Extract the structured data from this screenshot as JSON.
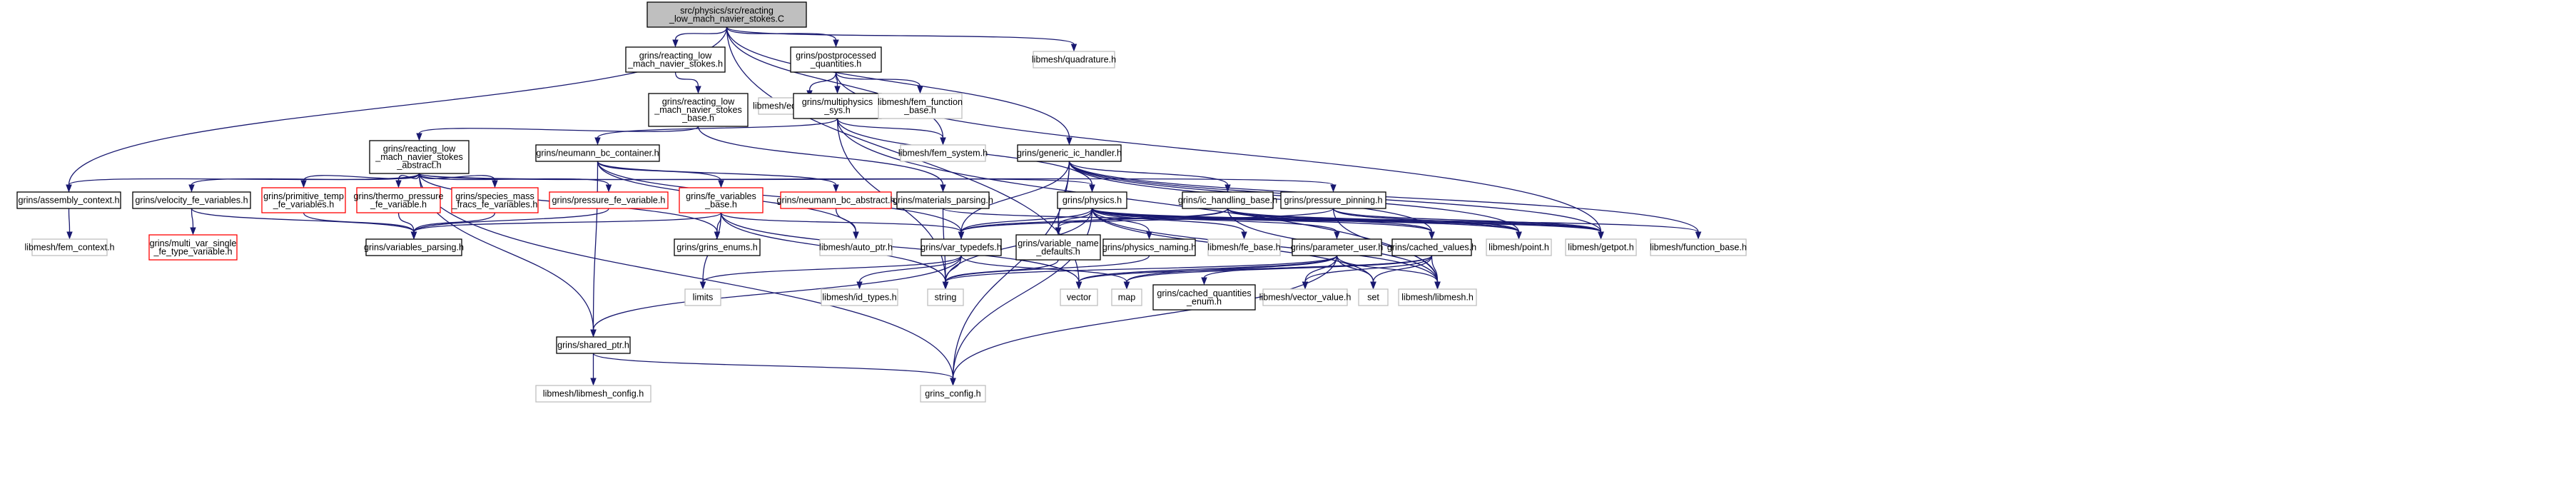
{
  "graph": {
    "colors": {
      "edge": "#191970",
      "root_fill": "#bfbfbf",
      "border_black": "#000000",
      "border_red": "#ff0000",
      "border_gray": "#bfbfbf",
      "fill_white": "#ffffff"
    },
    "nodes": [
      {
        "id": "root",
        "kind": "root",
        "lines": [
          "src/physics/src/reacting",
          "_low_mach_navier_stokes.C"
        ]
      },
      {
        "id": "rlmns_h",
        "kind": "linked",
        "lines": [
          "grins/reacting_low",
          "_mach_navier_stokes.h"
        ]
      },
      {
        "id": "pp_q",
        "kind": "linked",
        "lines": [
          "grins/postprocessed",
          "_quantities.h"
        ]
      },
      {
        "id": "lm_quad",
        "kind": "external",
        "lines": [
          "libmesh/quadrature.h"
        ]
      },
      {
        "id": "rlmns_base",
        "kind": "linked",
        "lines": [
          "grins/reacting_low",
          "_mach_navier_stokes",
          "_base.h"
        ]
      },
      {
        "id": "lm_eqsys",
        "kind": "external",
        "lines": [
          "libmesh/equation_systems.h"
        ]
      },
      {
        "id": "multiphys",
        "kind": "linked",
        "lines": [
          "grins/multiphysics",
          "_sys.h"
        ]
      },
      {
        "id": "lm_femfunc",
        "kind": "external",
        "lines": [
          "libmesh/fem_function",
          "_base.h"
        ]
      },
      {
        "id": "rlmns_abs",
        "kind": "linked",
        "lines": [
          "grins/reacting_low",
          "_mach_navier_stokes",
          "_abstract.h"
        ]
      },
      {
        "id": "neumann_cont",
        "kind": "linked",
        "lines": [
          "grins/neumann_bc_container.h"
        ]
      },
      {
        "id": "lm_femsys",
        "kind": "external",
        "lines": [
          "libmesh/fem_system.h"
        ]
      },
      {
        "id": "generic_ic",
        "kind": "linked",
        "lines": [
          "grins/generic_ic_handler.h"
        ]
      },
      {
        "id": "assembly",
        "kind": "linked",
        "lines": [
          "grins/assembly_context.h"
        ]
      },
      {
        "id": "velocity",
        "kind": "linked",
        "lines": [
          "grins/velocity_fe_variables.h"
        ]
      },
      {
        "id": "prim_temp",
        "kind": "missing",
        "lines": [
          "grins/primitive_temp",
          "_fe_variables.h"
        ]
      },
      {
        "id": "thermo_p",
        "kind": "missing",
        "lines": [
          "grins/thermo_pressure",
          "_fe_variable.h"
        ]
      },
      {
        "id": "species",
        "kind": "missing",
        "lines": [
          "grins/species_mass",
          "_fracs_fe_variables.h"
        ]
      },
      {
        "id": "pressure_var",
        "kind": "missing",
        "lines": [
          "grins/pressure_fe_variable.h"
        ]
      },
      {
        "id": "fe_var_base",
        "kind": "missing",
        "lines": [
          "grins/fe_variables",
          "_base.h"
        ]
      },
      {
        "id": "neumann_abs",
        "kind": "missing",
        "lines": [
          "grins/neumann_bc_abstract.h"
        ]
      },
      {
        "id": "materials",
        "kind": "linked",
        "lines": [
          "grins/materials_parsing.h"
        ]
      },
      {
        "id": "physics",
        "kind": "linked",
        "lines": [
          "grins/physics.h"
        ]
      },
      {
        "id": "ic_base",
        "kind": "linked",
        "lines": [
          "grins/ic_handling_base.h"
        ]
      },
      {
        "id": "pinning",
        "kind": "linked",
        "lines": [
          "grins/pressure_pinning.h"
        ]
      },
      {
        "id": "lm_femctx",
        "kind": "external",
        "lines": [
          "libmesh/fem_context.h"
        ]
      },
      {
        "id": "multi_var",
        "kind": "missing",
        "lines": [
          "grins/multi_var_single",
          "_fe_type_variable.h"
        ]
      },
      {
        "id": "var_parsing",
        "kind": "linked",
        "lines": [
          "grins/variables_parsing.h"
        ]
      },
      {
        "id": "grins_enums",
        "kind": "linked",
        "lines": [
          "grins/grins_enums.h"
        ]
      },
      {
        "id": "lm_autoptr",
        "kind": "external",
        "lines": [
          "libmesh/auto_ptr.h"
        ]
      },
      {
        "id": "var_typedefs",
        "kind": "linked",
        "lines": [
          "grins/var_typedefs.h"
        ]
      },
      {
        "id": "var_name",
        "kind": "linked",
        "lines": [
          "grins/variable_name",
          "_defaults.h"
        ]
      },
      {
        "id": "phys_naming",
        "kind": "linked",
        "lines": [
          "grins/physics_naming.h"
        ]
      },
      {
        "id": "lm_febase",
        "kind": "external",
        "lines": [
          "libmesh/fe_base.h"
        ]
      },
      {
        "id": "param_user",
        "kind": "linked",
        "lines": [
          "grins/parameter_user.h"
        ]
      },
      {
        "id": "cached",
        "kind": "linked",
        "lines": [
          "grins/cached_values.h"
        ]
      },
      {
        "id": "lm_point",
        "kind": "external",
        "lines": [
          "libmesh/point.h"
        ]
      },
      {
        "id": "lm_getpot",
        "kind": "external",
        "lines": [
          "libmesh/getpot.h"
        ]
      },
      {
        "id": "lm_funcbase",
        "kind": "external",
        "lines": [
          "libmesh/function_base.h"
        ]
      },
      {
        "id": "limits",
        "kind": "external",
        "lines": [
          "limits"
        ]
      },
      {
        "id": "lm_idtypes",
        "kind": "external",
        "lines": [
          "libmesh/id_types.h"
        ]
      },
      {
        "id": "string",
        "kind": "external",
        "lines": [
          "string"
        ]
      },
      {
        "id": "vector",
        "kind": "external",
        "lines": [
          "vector"
        ]
      },
      {
        "id": "map",
        "kind": "external",
        "lines": [
          "map"
        ]
      },
      {
        "id": "cached_enum",
        "kind": "linked",
        "lines": [
          "grins/cached_quantities",
          "_enum.h"
        ]
      },
      {
        "id": "lm_vecval",
        "kind": "external",
        "lines": [
          "libmesh/vector_value.h"
        ]
      },
      {
        "id": "set",
        "kind": "external",
        "lines": [
          "set"
        ]
      },
      {
        "id": "lm_libmesh",
        "kind": "external",
        "lines": [
          "libmesh/libmesh.h"
        ]
      },
      {
        "id": "shared_ptr",
        "kind": "linked",
        "lines": [
          "grins/shared_ptr.h"
        ]
      },
      {
        "id": "lm_config",
        "kind": "external",
        "lines": [
          "libmesh/libmesh_config.h"
        ]
      },
      {
        "id": "grins_config",
        "kind": "external",
        "lines": [
          "grins_config.h"
        ]
      }
    ],
    "edges": [
      [
        "root",
        "rlmns_h"
      ],
      [
        "root",
        "pp_q"
      ],
      [
        "root",
        "lm_quad"
      ],
      [
        "root",
        "assembly"
      ],
      [
        "root",
        "generic_ic"
      ],
      [
        "root",
        "lm_femsys"
      ],
      [
        "root",
        "vector"
      ],
      [
        "rlmns_h",
        "rlmns_base"
      ],
      [
        "rlmns_base",
        "rlmns_abs"
      ],
      [
        "rlmns_base",
        "materials"
      ],
      [
        "pp_q",
        "lm_eqsys"
      ],
      [
        "pp_q",
        "multiphys"
      ],
      [
        "pp_q",
        "lm_femfunc"
      ],
      [
        "pp_q",
        "lm_getpot"
      ],
      [
        "multiphys",
        "neumann_cont"
      ],
      [
        "multiphys",
        "lm_femsys"
      ],
      [
        "multiphys",
        "physics"
      ],
      [
        "multiphys",
        "lm_libmesh"
      ],
      [
        "multiphys",
        "string"
      ],
      [
        "generic_ic",
        "ic_base"
      ],
      [
        "generic_ic",
        "var_typedefs"
      ],
      [
        "generic_ic",
        "lm_getpot"
      ],
      [
        "generic_ic",
        "lm_point"
      ],
      [
        "generic_ic",
        "lm_funcbase"
      ],
      [
        "generic_ic",
        "grins_config"
      ],
      [
        "generic_ic",
        "cached"
      ],
      [
        "generic_ic",
        "var_name"
      ],
      [
        "rlmns_abs",
        "assembly"
      ],
      [
        "rlmns_abs",
        "velocity"
      ],
      [
        "rlmns_abs",
        "prim_temp"
      ],
      [
        "rlmns_abs",
        "thermo_p"
      ],
      [
        "rlmns_abs",
        "species"
      ],
      [
        "rlmns_abs",
        "pressure_var"
      ],
      [
        "rlmns_abs",
        "physics"
      ],
      [
        "rlmns_abs",
        "pinning"
      ],
      [
        "rlmns_abs",
        "grins_enums"
      ],
      [
        "rlmns_abs",
        "shared_ptr"
      ],
      [
        "rlmns_abs",
        "grins_config"
      ],
      [
        "neumann_cont",
        "fe_var_base"
      ],
      [
        "neumann_cont",
        "neumann_abs"
      ],
      [
        "neumann_cont",
        "var_typedefs"
      ],
      [
        "neumann_cont",
        "lm_autoptr"
      ],
      [
        "neumann_cont",
        "shared_ptr"
      ],
      [
        "assembly",
        "lm_femctx"
      ],
      [
        "velocity",
        "multi_var"
      ],
      [
        "velocity",
        "var_parsing"
      ],
      [
        "prim_temp",
        "var_parsing"
      ],
      [
        "thermo_p",
        "var_parsing"
      ],
      [
        "species",
        "var_parsing"
      ],
      [
        "pressure_var",
        "var_parsing"
      ],
      [
        "fe_var_base",
        "var_parsing"
      ],
      [
        "fe_var_base",
        "grins_enums"
      ],
      [
        "fe_var_base",
        "var_typedefs"
      ],
      [
        "fe_var_base",
        "string"
      ],
      [
        "fe_var_base",
        "limits"
      ],
      [
        "fe_var_base",
        "vector"
      ],
      [
        "neumann_abs",
        "lm_autoptr"
      ],
      [
        "materials",
        "string"
      ],
      [
        "materials",
        "lm_getpot"
      ],
      [
        "physics",
        "var_typedefs"
      ],
      [
        "physics",
        "var_name"
      ],
      [
        "physics",
        "phys_naming"
      ],
      [
        "physics",
        "lm_febase"
      ],
      [
        "physics",
        "param_user"
      ],
      [
        "physics",
        "cached"
      ],
      [
        "physics",
        "lm_point"
      ],
      [
        "physics",
        "lm_getpot"
      ],
      [
        "physics",
        "lm_funcbase"
      ],
      [
        "physics",
        "set"
      ],
      [
        "physics",
        "lm_libmesh"
      ],
      [
        "physics",
        "grins_config"
      ],
      [
        "physics",
        "string"
      ],
      [
        "ic_base",
        "var_typedefs"
      ],
      [
        "ic_base",
        "var_name"
      ],
      [
        "ic_base",
        "cached"
      ],
      [
        "ic_base",
        "lm_point"
      ],
      [
        "ic_base",
        "lm_getpot"
      ],
      [
        "ic_base",
        "lm_libmesh"
      ],
      [
        "pinning",
        "var_typedefs"
      ],
      [
        "pinning",
        "lm_getpot"
      ],
      [
        "pinning",
        "lm_point"
      ],
      [
        "pinning",
        "lm_libmesh"
      ],
      [
        "var_typedefs",
        "shared_ptr"
      ],
      [
        "var_typedefs",
        "limits"
      ],
      [
        "var_typedefs",
        "lm_idtypes"
      ],
      [
        "var_typedefs",
        "string"
      ],
      [
        "var_typedefs",
        "map"
      ],
      [
        "var_name",
        "string"
      ],
      [
        "phys_naming",
        "string"
      ],
      [
        "param_user",
        "string"
      ],
      [
        "param_user",
        "map"
      ],
      [
        "param_user",
        "vector"
      ],
      [
        "param_user",
        "set"
      ],
      [
        "param_user",
        "lm_vecval"
      ],
      [
        "param_user",
        "lm_libmesh"
      ],
      [
        "param_user",
        "grins_config"
      ],
      [
        "cached",
        "cached_enum"
      ],
      [
        "cached",
        "lm_vecval"
      ],
      [
        "cached",
        "vector"
      ],
      [
        "cached",
        "map"
      ],
      [
        "cached",
        "set"
      ],
      [
        "cached",
        "lm_libmesh"
      ],
      [
        "shared_ptr",
        "lm_config"
      ],
      [
        "shared_ptr",
        "grins_config"
      ]
    ]
  }
}
